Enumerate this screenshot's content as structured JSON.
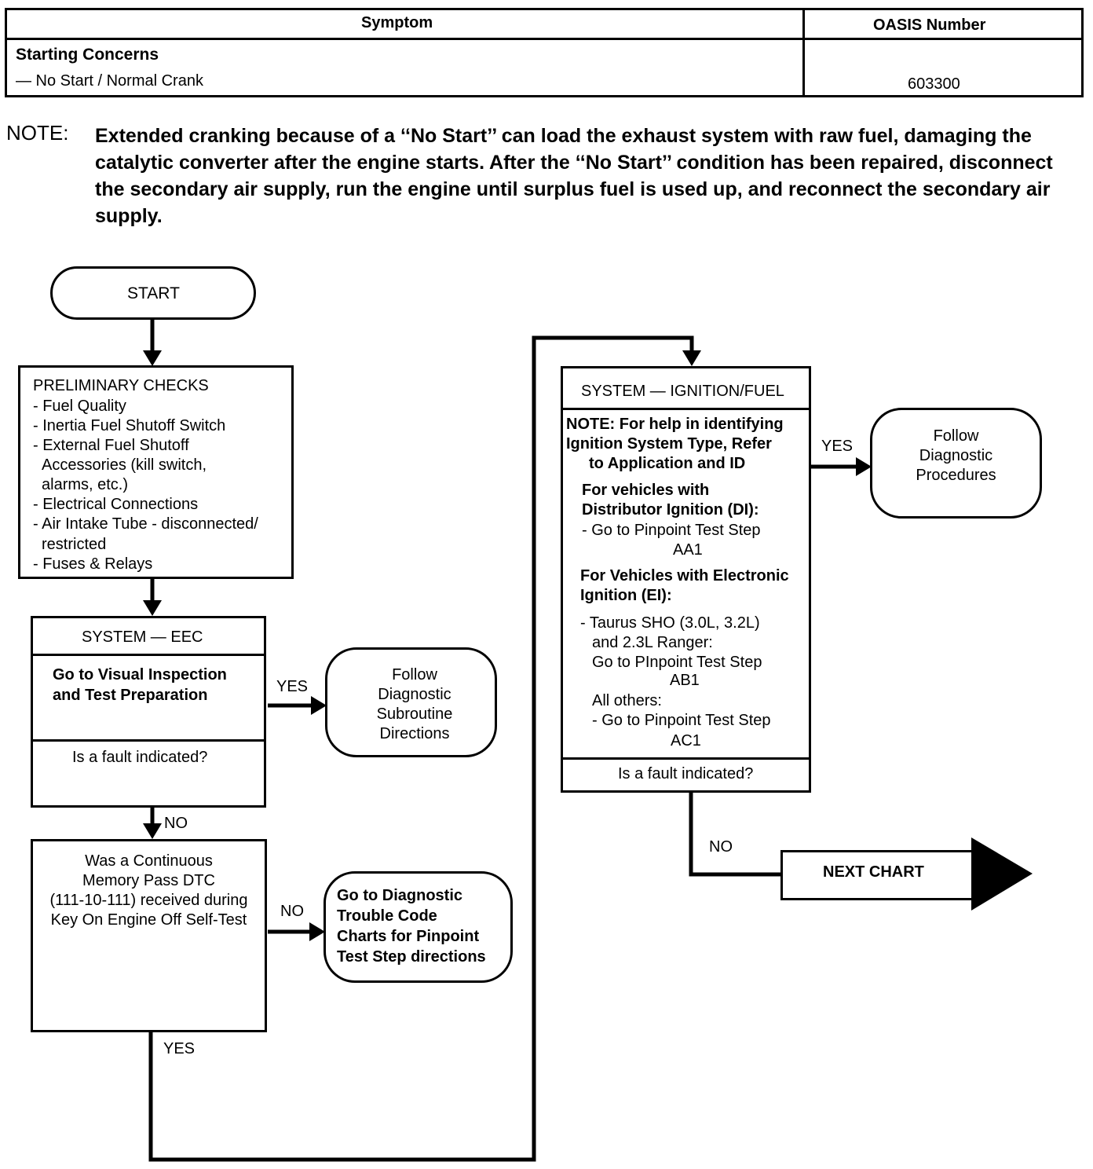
{
  "header": {
    "col_symptom": "Symptom",
    "col_oasis": "OASIS Number",
    "symptom_title": "Starting Concerns",
    "symptom_sub": "— No Start / Normal Crank",
    "oasis_number": "603300"
  },
  "note": {
    "label": "NOTE:",
    "text": "Extended cranking because of a ‘‘No Start’’ can load the exhaust system with raw fuel, damaging the catalytic converter after the engine starts. After the ‘‘No Start’’ condition has been repaired, disconnect the secondary air supply, run the engine until surplus fuel is used up, and reconnect the secondary air supply."
  },
  "flow": {
    "start": "START",
    "prelim": {
      "title": "PRELIMINARY CHECKS",
      "items": [
        "- Fuel Quality",
        "- Inertia Fuel Shutoff Switch",
        "- External Fuel Shutoff",
        "Accessories (kill switch,",
        "alarms, etc.)",
        "- Electrical Connections",
        "- Air Intake Tube - disconnected/",
        "restricted",
        "- Fuses & Relays"
      ]
    },
    "eec": {
      "title": "SYSTEM — EEC",
      "instr_1": "Go to Visual Inspection",
      "instr_2": "and Test Preparation",
      "question": "Is a fault indicated?"
    },
    "eec_yes_label": "YES",
    "eec_yes_target": [
      "Follow",
      "Diagnostic",
      "Subroutine",
      "Directions"
    ],
    "eec_no_label": "NO",
    "memory": {
      "lines": [
        "Was a Continuous",
        "Memory Pass DTC",
        "(111-10-111) received during",
        "Key On Engine Off Self-Test"
      ]
    },
    "memory_no_label": "NO",
    "memory_no_target": [
      "Go to Diagnostic",
      "Trouble Code",
      "Charts for Pinpoint",
      "Test Step directions"
    ],
    "memory_yes_label": "YES",
    "ign": {
      "title": "SYSTEM — IGNITION/FUEL",
      "note_lines": [
        "NOTE: For help in identifying",
        "Ignition System Type, Refer",
        "to Application and ID"
      ],
      "di_head": [
        "For vehicles with",
        "Distributor Ignition (DI):"
      ],
      "di_step": "- Go to  Pinpoint Test Step",
      "di_code": "AA1",
      "ei_head": [
        "For Vehicles with Electronic",
        "Ignition (EI):"
      ],
      "sho_lines": [
        "- Taurus SHO (3.0L, 3.2L)",
        "and 2.3L Ranger:",
        "Go to  PInpoint Test Step"
      ],
      "sho_code": "AB1",
      "others": "All others:",
      "others_step": "- Go to  Pinpoint Test Step",
      "others_code": "AC1",
      "question": "Is a fault indicated?"
    },
    "ign_yes_label": "YES",
    "ign_yes_target": [
      "Follow",
      "Diagnostic",
      "Procedures"
    ],
    "ign_no_label": "NO",
    "next_chart": "NEXT CHART"
  }
}
